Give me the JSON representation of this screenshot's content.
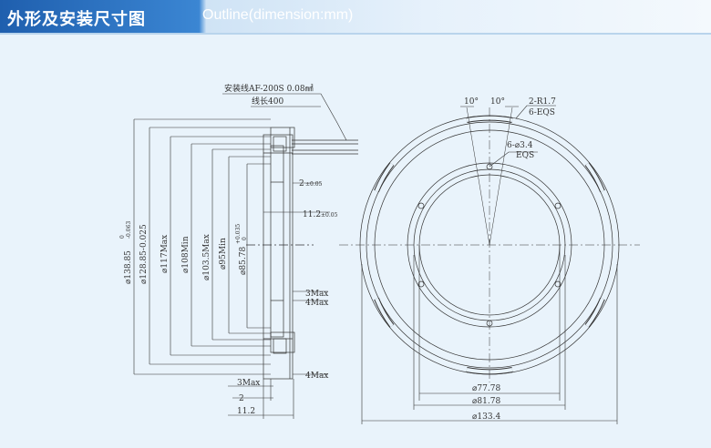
{
  "header": {
    "title_cn": "外形及安装尺寸图",
    "title_en": "Outline(dimension:mm)"
  },
  "side_view": {
    "wire_spec": "安装线AF-200S 0.08㎟",
    "wire_length": "线长400",
    "dim_2": "2",
    "dim_2_tol": "±0.05",
    "dim_11_2": "11.2",
    "dim_11_2_tol": "±0.05",
    "dim_3max_a": "3Max",
    "dim_4max_a": "4Max",
    "dim_4max_b": "4Max",
    "dim_3max_b": "3Max",
    "dim_bottom_2": "2",
    "dim_bottom_11_2": "11.2",
    "dia_138": "⌀138.85",
    "dia_138_tol_up": "0",
    "dia_138_tol_low": "-0.063",
    "dia_128": "⌀128.85-0.025",
    "dia_117": "⌀117Max",
    "dia_108": "⌀108Min",
    "dia_103": "⌀103.5Max",
    "dia_95": "⌀95Min",
    "dia_85": "⌀85.78",
    "dia_85_tol_up": "+0.035",
    "dia_85_tol_low": "0"
  },
  "front_view": {
    "angle_left": "10°",
    "angle_right": "10°",
    "slot_radius": "2-R1.7",
    "slot_eqs": "6-EQS",
    "hole_spec": "6-⌀3.4",
    "hole_eqs": "EQS",
    "dia_77": "⌀77.78",
    "dia_81": "⌀81.78",
    "dia_133": "⌀133.4"
  },
  "colors": {
    "header_blue": "#1f5fae",
    "background": "#e9f3fb",
    "line": "#333333"
  }
}
